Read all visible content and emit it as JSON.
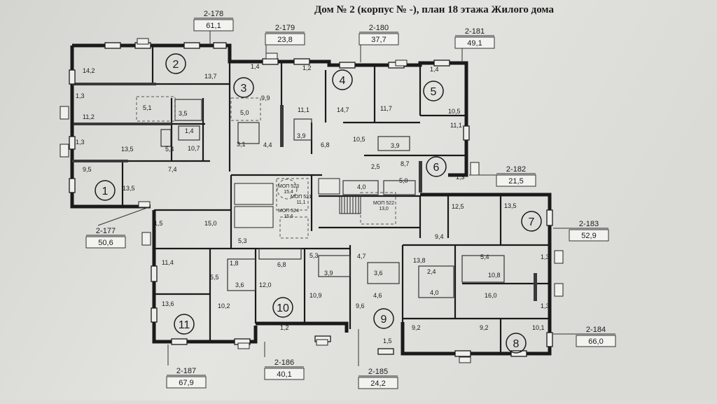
{
  "header": {
    "title": "Дом № 2 (корпус № -), план 18 этажа Жилого дома"
  },
  "units": [
    {
      "id": "2-177",
      "area": "50,6",
      "num": "1"
    },
    {
      "id": "2-178",
      "area": "61,1",
      "num": "2"
    },
    {
      "id": "2-179",
      "area": "23,8",
      "num": "3"
    },
    {
      "id": "2-180",
      "area": "37,7",
      "num": "4"
    },
    {
      "id": "2-181",
      "area": "49,1",
      "num": "5"
    },
    {
      "id": "2-182",
      "area": "21,5",
      "num": "6"
    },
    {
      "id": "2-183",
      "area": "52,9",
      "num": "7"
    },
    {
      "id": "2-184",
      "area": "66,0",
      "num": "8"
    },
    {
      "id": "2-185",
      "area": "24,2",
      "num": "9"
    },
    {
      "id": "2-186",
      "area": "40,1",
      "num": "10"
    },
    {
      "id": "2-187",
      "area": "67,9",
      "num": "11"
    }
  ],
  "rooms": [
    "14,2",
    "13,7",
    "1,3",
    "11,2",
    "5,1",
    "3,5",
    "1,4",
    "1,3",
    "13,5",
    "5,4",
    "10,7",
    "9,5",
    "7,4",
    "13,5",
    "1,4",
    "1,2",
    "9,9",
    "5,0",
    "11,1",
    "14,7",
    "11,7",
    "3,1",
    "3,9",
    "4,4",
    "6,8",
    "10,5",
    "1,4",
    "10,5",
    "11,1",
    "3,9",
    "2,5",
    "8,7",
    "1,3",
    "4,0",
    "5,0",
    "12,5",
    "13,5",
    "1,5",
    "15,0",
    "5,3",
    "9,4",
    "11,4",
    "1,8",
    "5,5",
    "3,6",
    "6,8",
    "5,3",
    "4,7",
    "3,9",
    "3,6",
    "13,8",
    "2,4",
    "5,4",
    "10,8",
    "4,0",
    "16,0",
    "13,6",
    "12,0",
    "10,9",
    "4,6",
    "10,2",
    "9,6",
    "1,3",
    "1,3",
    "1,2",
    "9,2",
    "9,2",
    "10,1",
    "1,5"
  ],
  "core": [
    {
      "code": "МОП 523",
      "area": "15,4"
    },
    {
      "code": "МОП 521",
      "area": "11,1"
    },
    {
      "code": "МОП 524",
      "area": "15,6"
    },
    {
      "code": "МОП 522",
      "area": "13,0"
    }
  ]
}
